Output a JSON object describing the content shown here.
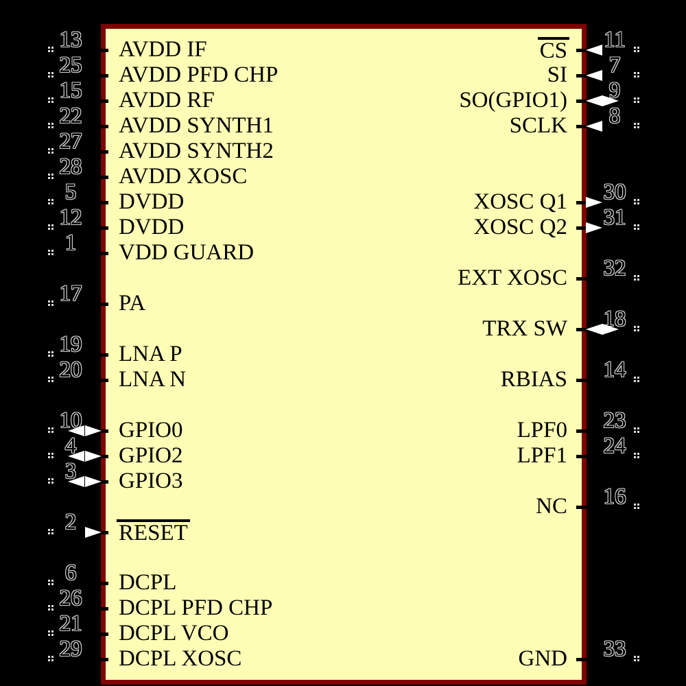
{
  "diagram": {
    "type": "ic-pinout-schematic-symbol",
    "background_color": "#000000",
    "chip": {
      "fill_color": "#fdfdb6",
      "border_color": "#7e0303"
    },
    "arrow_color": "#ffffff",
    "pin_marker": "four-dot-grid",
    "pins": {
      "left": [
        {
          "num": "13",
          "label": "AVDD IF",
          "row": 0,
          "arrow": "none",
          "overline": false
        },
        {
          "num": "25",
          "label": "AVDD PFD CHP",
          "row": 1,
          "arrow": "none",
          "overline": false
        },
        {
          "num": "15",
          "label": "AVDD RF",
          "row": 2,
          "arrow": "none",
          "overline": false
        },
        {
          "num": "22",
          "label": "AVDD SYNTH1",
          "row": 3,
          "arrow": "none",
          "overline": false
        },
        {
          "num": "27",
          "label": "AVDD SYNTH2",
          "row": 4,
          "arrow": "none",
          "overline": false
        },
        {
          "num": "28",
          "label": "AVDD XOSC",
          "row": 5,
          "arrow": "none",
          "overline": false
        },
        {
          "num": "5",
          "label": "DVDD",
          "row": 6,
          "arrow": "none",
          "overline": false
        },
        {
          "num": "12",
          "label": "DVDD",
          "row": 7,
          "arrow": "none",
          "overline": false
        },
        {
          "num": "1",
          "label": "VDD GUARD",
          "row": 8,
          "arrow": "none",
          "overline": false
        },
        {
          "num": "17",
          "label": "PA",
          "row": 10,
          "arrow": "none",
          "overline": false
        },
        {
          "num": "19",
          "label": "LNA P",
          "row": 12,
          "arrow": "none",
          "overline": false
        },
        {
          "num": "20",
          "label": "LNA N",
          "row": 13,
          "arrow": "none",
          "overline": false
        },
        {
          "num": "10",
          "label": "GPIO0",
          "row": 15,
          "arrow": "bidir",
          "overline": false
        },
        {
          "num": "4",
          "label": "GPIO2",
          "row": 16,
          "arrow": "bidir",
          "overline": false
        },
        {
          "num": "3",
          "label": "GPIO3",
          "row": 17,
          "arrow": "bidir",
          "overline": false
        },
        {
          "num": "2",
          "label": "RESET",
          "row": 19,
          "arrow": "in",
          "overline": true
        },
        {
          "num": "6",
          "label": "DCPL",
          "row": 21,
          "arrow": "none",
          "overline": false
        },
        {
          "num": "26",
          "label": "DCPL PFD CHP",
          "row": 22,
          "arrow": "none",
          "overline": false
        },
        {
          "num": "21",
          "label": "DCPL VCO",
          "row": 23,
          "arrow": "none",
          "overline": false
        },
        {
          "num": "29",
          "label": "DCPL XOSC",
          "row": 24,
          "arrow": "none",
          "overline": false
        }
      ],
      "right": [
        {
          "num": "11",
          "label": "CS",
          "row": 0,
          "arrow": "in",
          "overline": true
        },
        {
          "num": "7",
          "label": "SI",
          "row": 1,
          "arrow": "in",
          "overline": false
        },
        {
          "num": "9",
          "label": "SO(GPIO1)",
          "row": 2,
          "arrow": "bidir",
          "overline": false
        },
        {
          "num": "8",
          "label": "SCLK",
          "row": 3,
          "arrow": "in",
          "overline": false
        },
        {
          "num": "30",
          "label": "XOSC Q1",
          "row": 6,
          "arrow": "out",
          "overline": false
        },
        {
          "num": "31",
          "label": "XOSC Q2",
          "row": 7,
          "arrow": "out",
          "overline": false
        },
        {
          "num": "32",
          "label": "EXT XOSC",
          "row": 9,
          "arrow": "none",
          "overline": false
        },
        {
          "num": "18",
          "label": "TRX SW",
          "row": 11,
          "arrow": "bidir",
          "overline": false
        },
        {
          "num": "14",
          "label": "RBIAS",
          "row": 13,
          "arrow": "none",
          "overline": false
        },
        {
          "num": "23",
          "label": "LPF0",
          "row": 15,
          "arrow": "none",
          "overline": false
        },
        {
          "num": "24",
          "label": "LPF1",
          "row": 16,
          "arrow": "none",
          "overline": false
        },
        {
          "num": "16",
          "label": "NC",
          "row": 18,
          "arrow": "none",
          "overline": false
        },
        {
          "num": "33",
          "label": "GND",
          "row": 24,
          "arrow": "none",
          "overline": false
        }
      ]
    }
  }
}
